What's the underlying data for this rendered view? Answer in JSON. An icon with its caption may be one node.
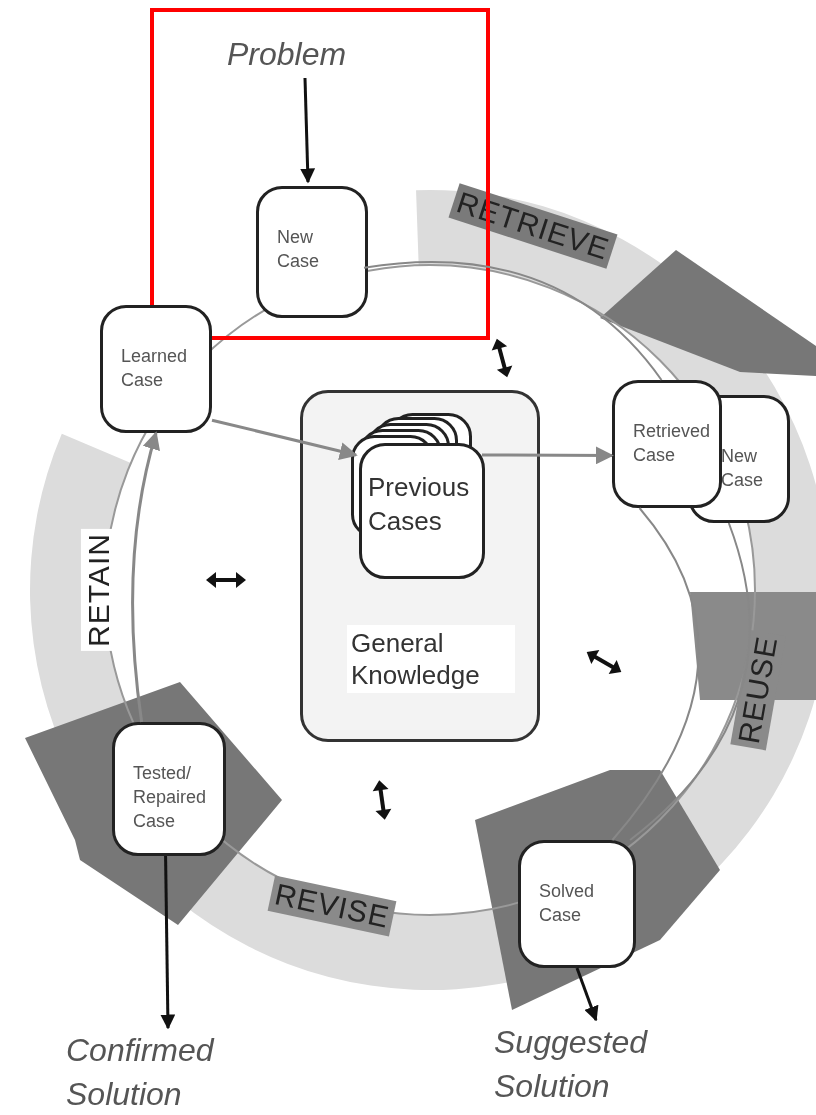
{
  "diagram": {
    "nodes": [
      {
        "text": [],
        "shape": "box"
      },
      {
        "text": [
          "Problem"
        ],
        "in": 0
      },
      {
        "text": [
          "New Case"
        ],
        "in": 0
      },
      {
        "text": [
          "Learned Case"
        ]
      },
      {
        "text": [
          "General Knowledge"
        ]
      },
      {
        "text": [
          "Previous Cases"
        ],
        "in": 4
      },
      {
        "text": [
          "Retrieved Case"
        ]
      },
      {
        "text": [
          "New Case"
        ]
      },
      {
        "text": [
          "Tested/ Repaired Case"
        ]
      },
      {
        "text": [
          "Solved Case"
        ]
      },
      {
        "text": [
          "Confirmed Solution"
        ]
      },
      {
        "text": [
          "Suggested Solution"
        ]
      }
    ],
    "edges": [
      {
        "from": 1,
        "to": 2,
        "arrow": "to",
        "color": "#111111"
      },
      {
        "from": 2,
        "to": 6,
        "arrow": "none"
      },
      {
        "from": 3,
        "to": 5,
        "arrow": "to"
      },
      {
        "from": 5,
        "to": 6,
        "arrow": "to"
      },
      {
        "from": 6,
        "to": 9,
        "arrow": "none"
      },
      {
        "from": 7,
        "to": 9,
        "arrow": "none"
      },
      {
        "from": 9,
        "to": 11,
        "arrow": "to",
        "color": "#111111"
      },
      {
        "from": 8,
        "to": 10,
        "arrow": "to",
        "color": "#111111"
      },
      {
        "from": 8,
        "to": 3,
        "arrow": "to"
      }
    ],
    "labels": [
      "RETRIEVE",
      "REUSE",
      "REVISE",
      "RETAIN"
    ]
  }
}
